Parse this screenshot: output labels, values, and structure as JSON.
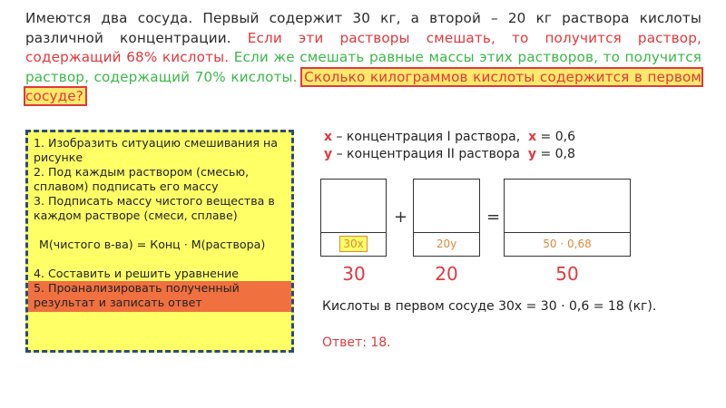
{
  "problem": {
    "part1": "Имеются два сосуда. Первый содержит 30 кг, а второй – 20 кг раствора кислоты различной концентрации.",
    "part2": "Если эти растворы смешать, то получится раствор, содержащий 68% кислоты.",
    "part3": "Если же смешать равные массы этих растворов, то получится раствор, содержащий 70% кислоты.",
    "question": "Сколько килограммов кислоты содержится в первом сосуде?"
  },
  "steps": {
    "s1": "1. Изобразить ситуацию смешивания на рисунке",
    "s2": "2. Под каждым раствором (смесью, сплавом) подписать его массу",
    "s3": "3. Подписать массу чистого вещества в каждом растворе (смеси, сплаве)",
    "formula": "M(чистого в-ва) = Конц · M(раствора)",
    "s4": "4. Составить и решить уравнение",
    "s5": "5. Проанализировать полученный результат и записать ответ"
  },
  "vars": {
    "x_var": "x",
    "x_desc": " – концентрация I раствора,",
    "x_eq": "x",
    "x_val": " = 0,6",
    "y_var": "y",
    "y_desc": " – концентрация II раствора",
    "y_eq": "y",
    "y_val": " = 0,8"
  },
  "diagram": {
    "box1_label": "30x",
    "box2_label": "20y",
    "box3_label": "50 · 0,68",
    "plus": "+",
    "equals": "=",
    "mass1": "30",
    "mass2": "20",
    "mass3": "50"
  },
  "result": "Кислоты в первом сосуде 30x = 30 · 0,6 = 18 (кг).",
  "answer": "Ответ: 18."
}
